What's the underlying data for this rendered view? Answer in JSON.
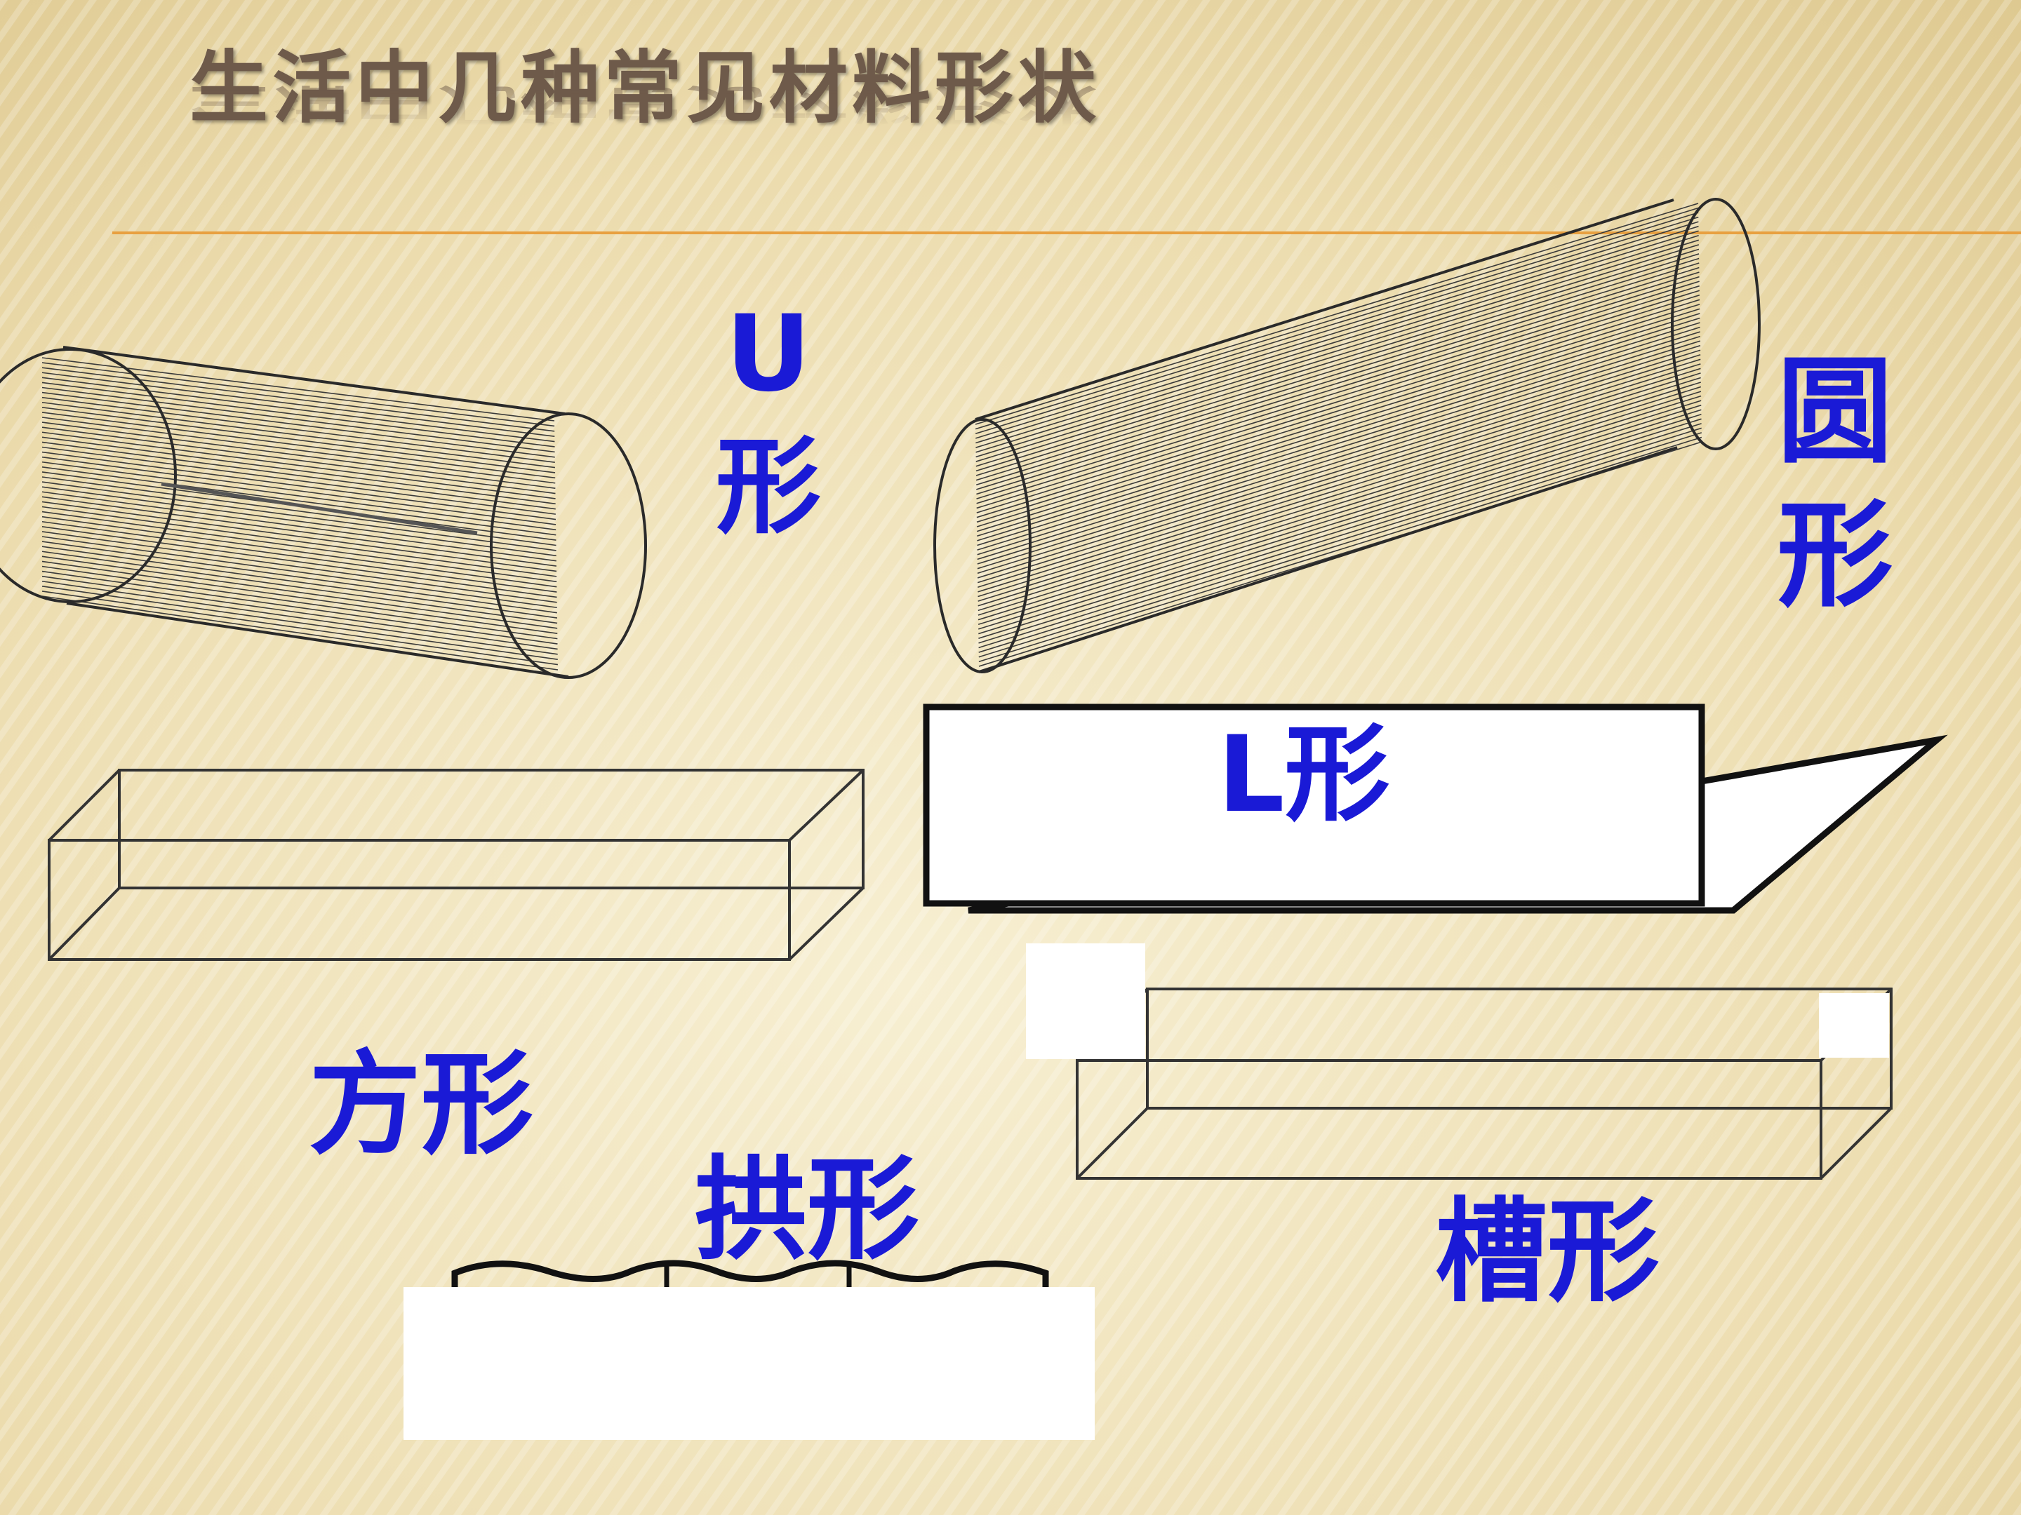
{
  "title": "生活中几种常见材料形状",
  "labels": {
    "u_letter": "U",
    "u_char": "形",
    "round_1": "圆",
    "round_2": "形",
    "l_shape": "L形",
    "square": "方形",
    "arch": "拱形",
    "channel": "槽形"
  },
  "colors": {
    "label": "#1a1ad6",
    "title": "#6e5a4a",
    "divider": "#e8a040",
    "background": "#efe2b8"
  }
}
